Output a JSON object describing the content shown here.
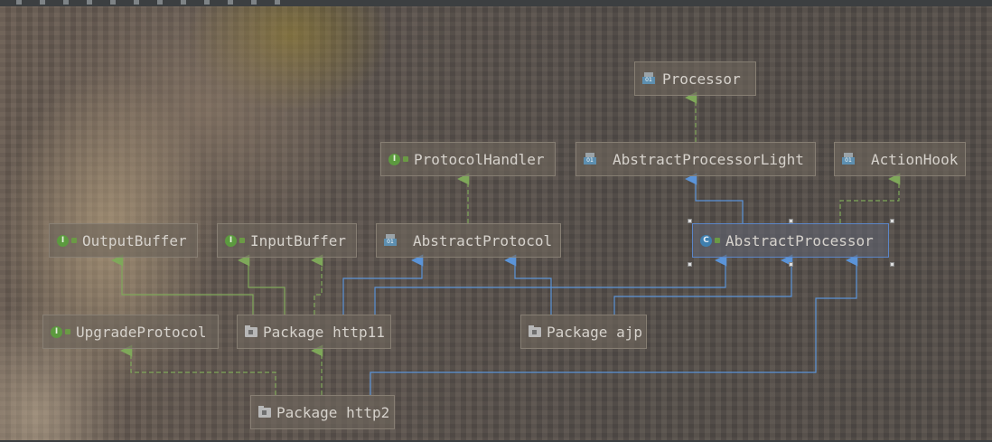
{
  "diagram": {
    "nodes": {
      "processor": {
        "label": "Processor",
        "icon": "class-icon"
      },
      "protocol_handler": {
        "label": "ProtocolHandler",
        "icon": "interface-icon"
      },
      "abstract_processor_light": {
        "label": "AbstractProcessorLight",
        "icon": "class-icon"
      },
      "action_hook": {
        "label": "ActionHook",
        "icon": "class-icon"
      },
      "output_buffer": {
        "label": "OutputBuffer",
        "icon": "interface-icon"
      },
      "input_buffer": {
        "label": "InputBuffer",
        "icon": "interface-icon"
      },
      "abstract_protocol": {
        "label": "AbstractProtocol",
        "icon": "class-icon"
      },
      "abstract_processor": {
        "label": "AbstractProcessor",
        "icon": "abstract-class-icon"
      },
      "upgrade_protocol": {
        "label": "UpgradeProtocol",
        "icon": "interface-icon"
      },
      "package_http11": {
        "label": "Package http11",
        "icon": "package-icon"
      },
      "package_ajp": {
        "label": "Package ajp",
        "icon": "package-icon"
      },
      "package_http2": {
        "label": "Package http2",
        "icon": "package-icon"
      }
    },
    "colors": {
      "realization_edge": "#7fa85a",
      "generalization_edge": "#5b94d8",
      "selection_border": "#5b85c7"
    }
  }
}
